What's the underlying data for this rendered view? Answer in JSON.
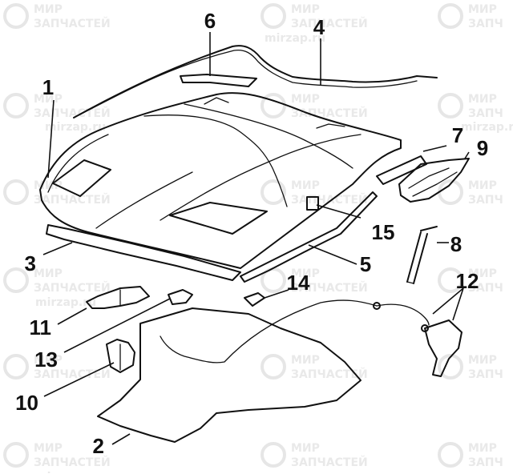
{
  "watermark": {
    "brand_line1": "МИР",
    "brand_line2": "ЗАПЧАСТЕЙ",
    "site": "mirzap.ru",
    "tile_short": "ЗАПЧ"
  },
  "callouts": [
    {
      "id": "1",
      "label": "1"
    },
    {
      "id": "2",
      "label": "2"
    },
    {
      "id": "3",
      "label": "3"
    },
    {
      "id": "4",
      "label": "4"
    },
    {
      "id": "5",
      "label": "5"
    },
    {
      "id": "6",
      "label": "6"
    },
    {
      "id": "7",
      "label": "7"
    },
    {
      "id": "8",
      "label": "8"
    },
    {
      "id": "9",
      "label": "9"
    },
    {
      "id": "10",
      "label": "10"
    },
    {
      "id": "11",
      "label": "11"
    },
    {
      "id": "12",
      "label": "12"
    },
    {
      "id": "13",
      "label": "13"
    },
    {
      "id": "14",
      "label": "14"
    },
    {
      "id": "15",
      "label": "15"
    }
  ],
  "colors": {
    "line": "#111111",
    "watermark": "#e6e6e6",
    "background": "#ffffff"
  }
}
